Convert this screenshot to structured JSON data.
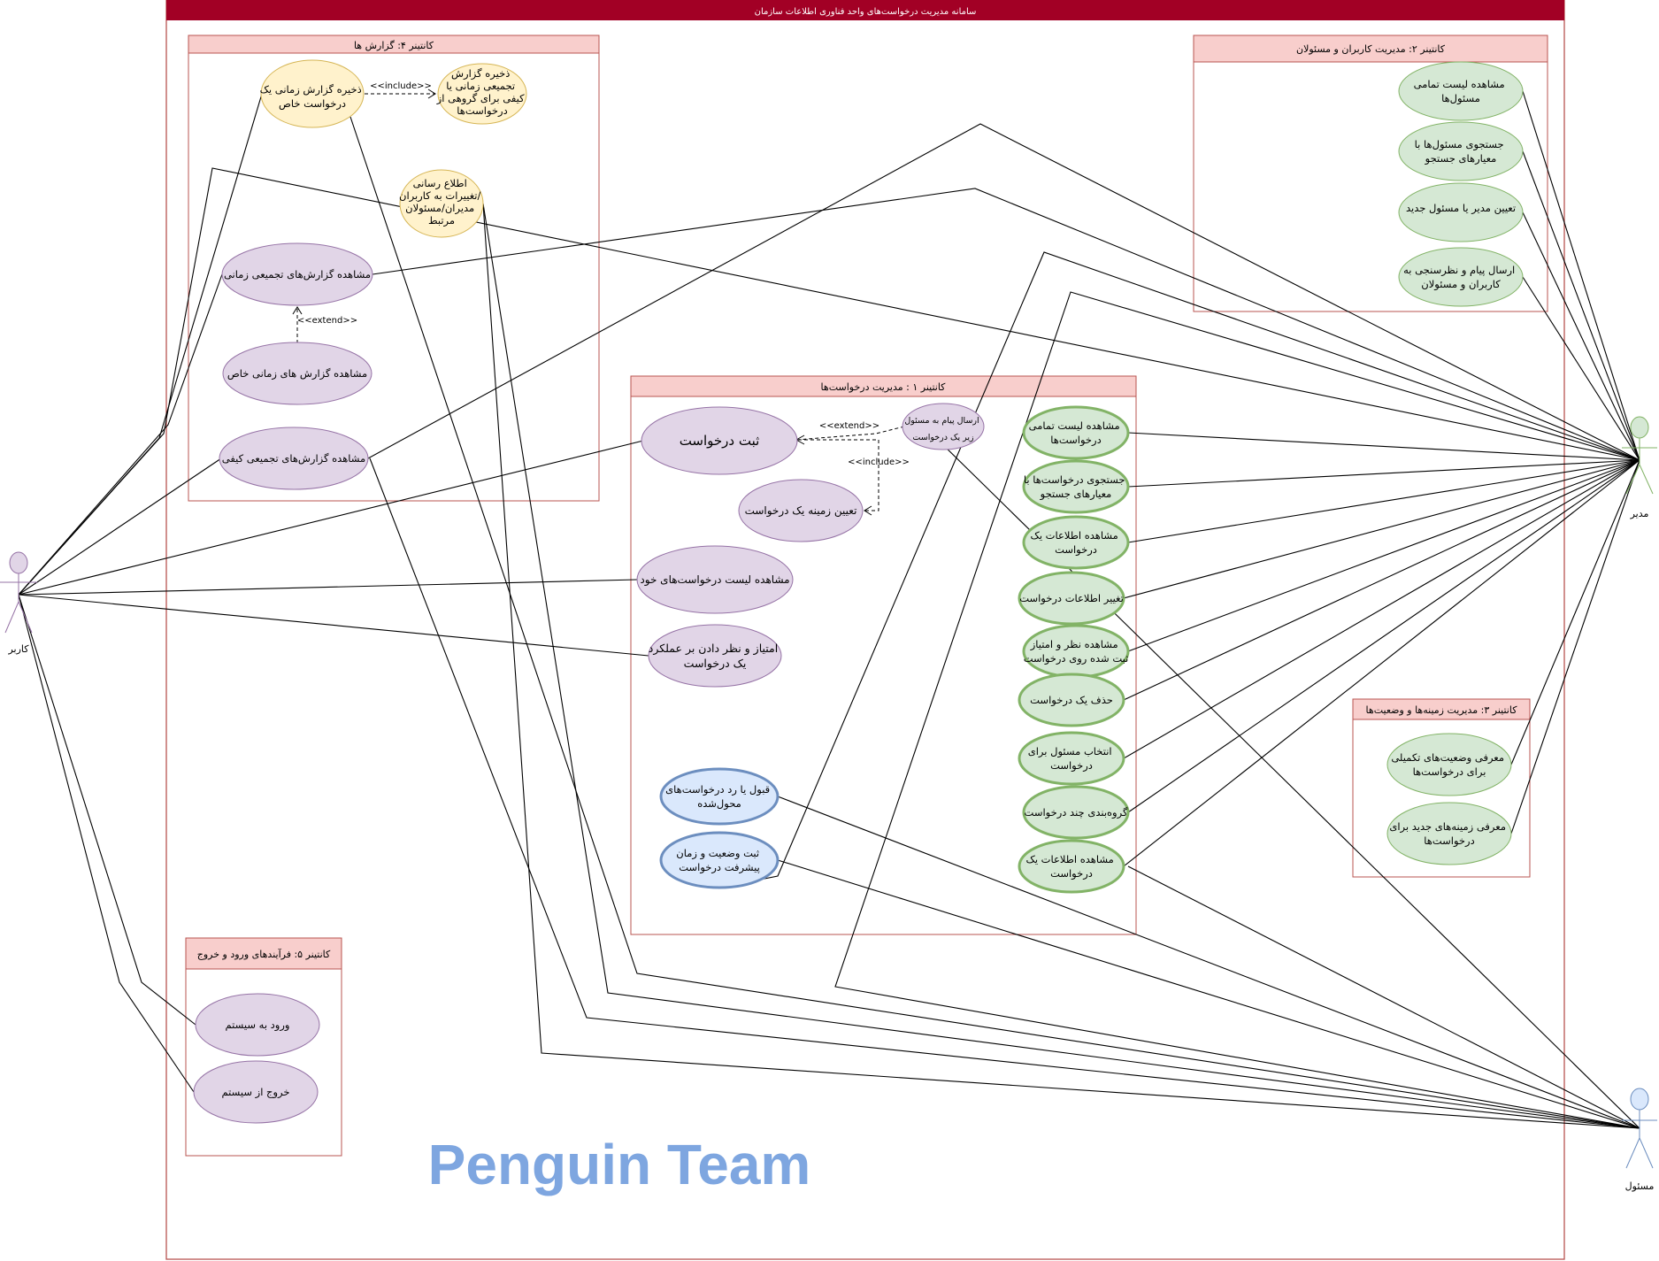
{
  "system": {
    "title": "سامانه مدیریت درخواست‌های واحد فناوری اطلاعات سازمان"
  },
  "containers": {
    "reports": {
      "title": "کانتینر ۴: گزارش ها"
    },
    "users": {
      "title": "کانتینر ۲: مدیریت کاربران و مسئولان"
    },
    "requests": {
      "title": "کانتینر ۱ : مدیریت درخواست‌ها"
    },
    "fields": {
      "title": "کانتینر ۳: مدیریت زمینه‌ها و وضعیت‌ها"
    },
    "login": {
      "title": "کانتینر ۵: فرآیندهای ورود و خروج"
    }
  },
  "actors": {
    "user": {
      "label": "کاربر"
    },
    "manager": {
      "label": "مدیر"
    },
    "responsible": {
      "label": "مسئول"
    }
  },
  "usecases": {
    "save_time_report": [
      "ذخیره گزارش زمانی یک",
      "درخواست خاص"
    ],
    "save_aggregate_report": [
      "ذخیره گزارش",
      "تجمیعی زمانی یا",
      "کیفی برای گروهی از",
      "درخواست‌ها"
    ],
    "notify_changes": [
      "اطلاع رسانی",
      "تغییرات به کاربران/",
      "مدیران/مسئولان",
      "مرتبط"
    ],
    "view_time_aggregate": [
      "مشاهده گزارش‌های تجمیعی زمانی"
    ],
    "view_time_specific": [
      "مشاهده گزارش های زمانی خاص"
    ],
    "view_quality_aggregate": [
      "مشاهده گزارش‌های تجمیعی کیفی"
    ],
    "view_all_responsibles": [
      "مشاهده لیست تمامی",
      "مسئول‌ها"
    ],
    "search_responsibles": [
      "جستجوی مسئول‌ها با",
      "معیارهای جستجو"
    ],
    "assign_manager": [
      "تعیین مدیر یا مسئول جدید"
    ],
    "send_survey": [
      "ارسال پیام و نظرسنجی به",
      "کاربران و مسئولان"
    ],
    "register_request": [
      "ثبت درخواست"
    ],
    "send_message": [
      "ارسال پیام به مسئول",
      "زیر یک درخواست"
    ],
    "set_field": [
      "تعیین زمینه یک درخواست"
    ],
    "view_own_requests": [
      "مشاهده لیست درخواست‌های خود"
    ],
    "rate_request": [
      "امتیاز و نظر دادن بر عملکرد",
      "یک درخواست"
    ],
    "accept_reject": [
      "قبول یا رد درخواست‌های",
      "محول‌شده"
    ],
    "register_status": [
      "ثبت وضعیت و زمان",
      "پیشرفت درخواست"
    ],
    "view_all_requests": [
      "مشاهده لیست تمامی",
      "درخواست‌ها"
    ],
    "search_requests": [
      "جستجوی درخواست‌ها با",
      "معیارهای جستجو"
    ],
    "view_request_info": [
      "مشاهده اطلاعات یک",
      "درخواست"
    ],
    "change_request": [
      "تغییر اطلاعات درخواست"
    ],
    "view_ratings": [
      "مشاهده نظر و امتیاز",
      "ثبت شده روی درخواست"
    ],
    "delete_request": [
      "حذف یک درخواست"
    ],
    "select_responsible": [
      "انتخاب مسئول برای",
      "درخواست"
    ],
    "group_requests": [
      "گروه‌بندی چند درخواست"
    ],
    "view_request_info_2": [
      "مشاهده اطلاعات یک",
      "درخواست"
    ],
    "define_statuses": [
      "معرفی وضعیت‌های تکمیلی",
      "برای درخواست‌ها"
    ],
    "define_fields": [
      "معرفی زمینه‌های جدید برای",
      "درخواست‌ها"
    ],
    "login": [
      "ورود به سیستم"
    ],
    "logout": [
      "خروج از سیستم"
    ]
  },
  "relations": {
    "include_label": "<<include>>",
    "extend_label": "<<extend>>"
  },
  "watermark": {
    "text": "Penguin Team"
  },
  "colors": {
    "header_red": "#a20025",
    "container_border": "#b85450",
    "container_header": "#f8cecc",
    "purple_fill": "#e1d5e7",
    "purple_stroke": "#9673a6",
    "yellow_fill": "#fff2cc",
    "yellow_stroke": "#d6b656",
    "green_fill": "#d5e8d4",
    "green_stroke": "#82b366",
    "blue_fill": "#dae8fc",
    "blue_stroke": "#6c8ebf",
    "watermark": "#7ea6e0"
  }
}
